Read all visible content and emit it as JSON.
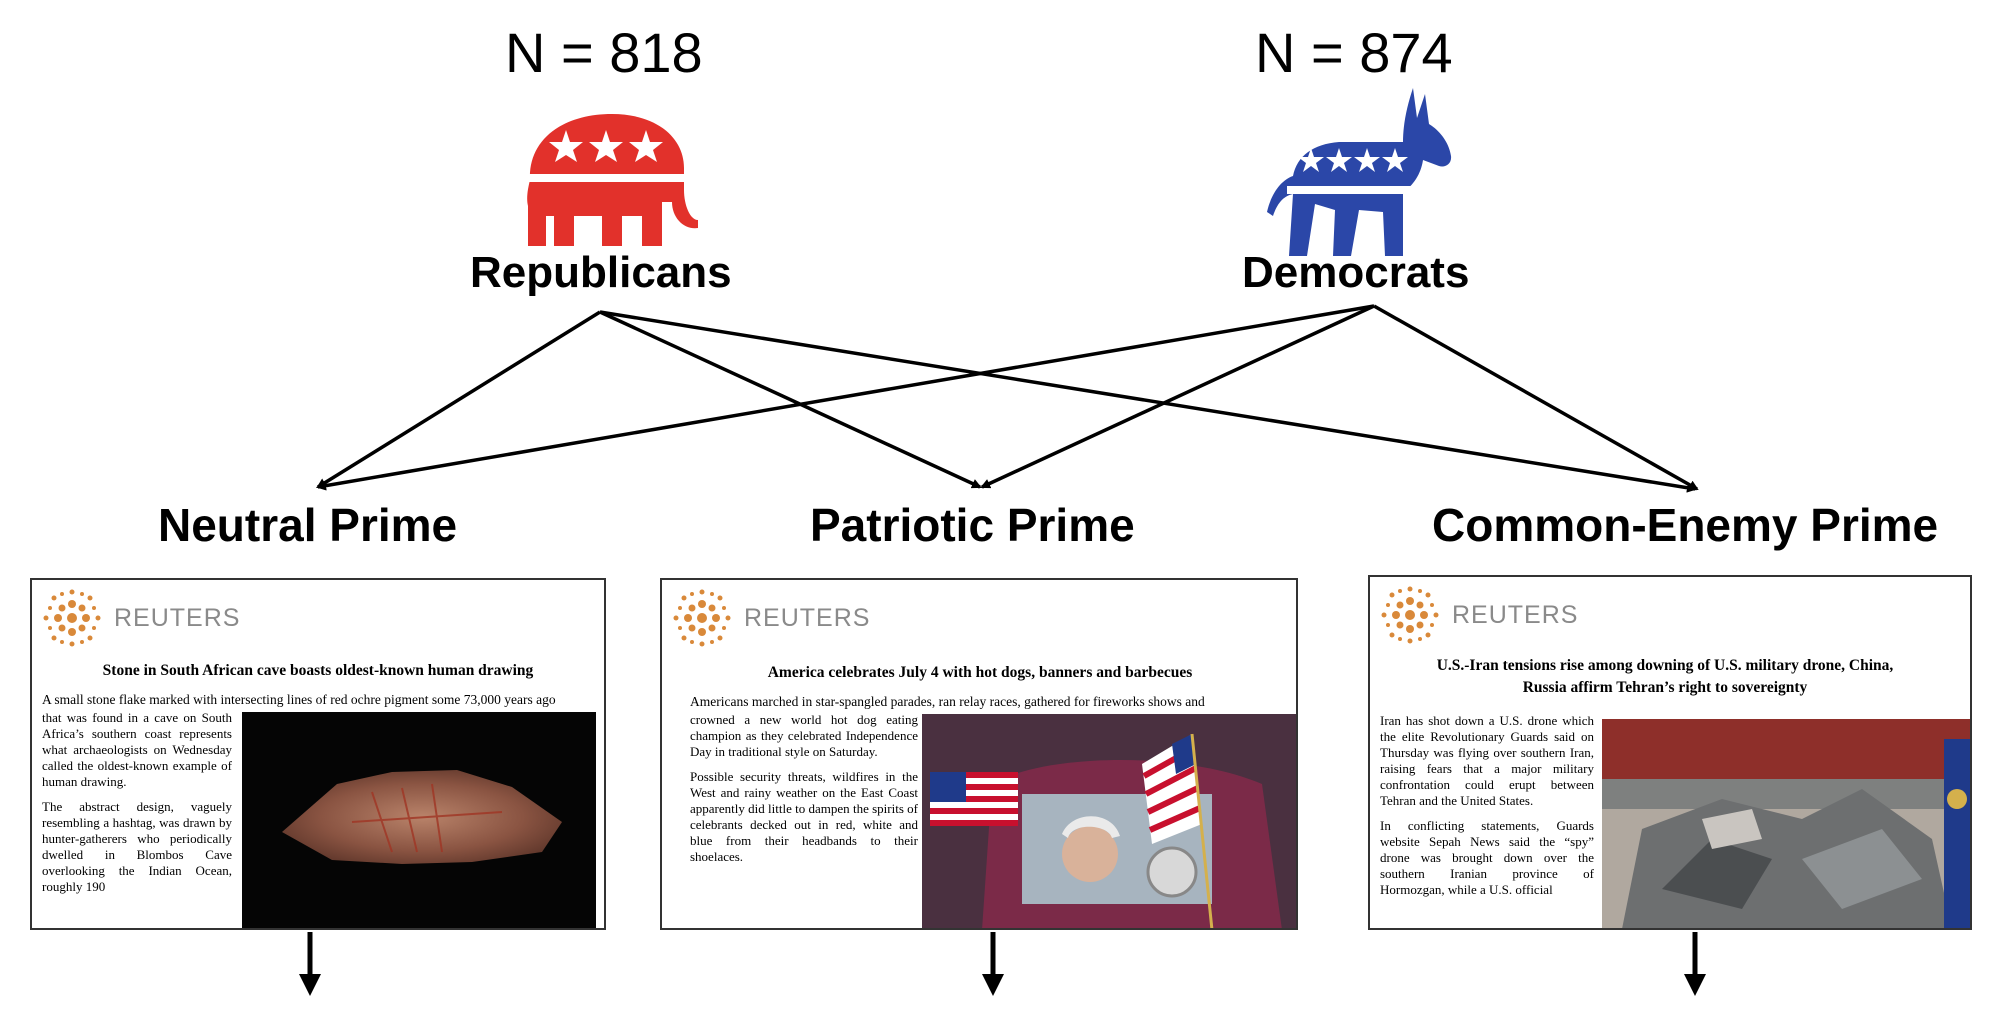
{
  "groups": {
    "republicans": {
      "n": "N = 818",
      "label": "Republicans",
      "color": "#e2312b"
    },
    "democrats": {
      "n": "N = 874",
      "label": "Democrats",
      "color": "#2b47a8"
    }
  },
  "primes": {
    "neutral": {
      "label": "Neutral Prime",
      "source": "REUTERS",
      "headline": "Stone in South African cave boasts oldest-known human drawing",
      "lead": "A small stone flake marked with intersecting lines of red ochre pigment some 73,000 years ago",
      "p1": "that was found in a cave on South Africa’s southern coast represents what archaeologists on Wednesday called the oldest-known example of human drawing.",
      "p2": "The abstract design, vaguely resembling a hashtag, was drawn by hunter-gatherers who periodically dwelled in Blombos Cave overlooking the Indian Ocean, roughly 190"
    },
    "patriotic": {
      "label": "Patriotic Prime",
      "source": "REUTERS",
      "headline": "America celebrates July 4 with hot dogs, banners and barbecues",
      "lead": "Americans marched in star-spangled parades, ran relay races, gathered for fireworks shows and",
      "p1": "crowned a new world hot dog eating champion as they celebrated Independence Day in traditional style on Saturday.",
      "p2": "Possible security threats, wildfires in the West and rainy weather on the East Coast apparently did little to dampen the spirits of celebrants decked out in red, white and blue from their headbands to their shoelaces."
    },
    "common_enemy": {
      "label": "Common-Enemy Prime",
      "source": "REUTERS",
      "headline": "U.S.-Iran tensions rise among downing of U.S. military drone, China, Russia affirm Tehran’s right to sovereignty",
      "p1": "Iran has shot down a U.S. drone which the elite Revolutionary Guards said on Thursday was flying over southern Iran, raising fears that a major military confrontation could erupt between Tehran and the United States.",
      "p2": "In conflicting statements, Guards website Sepah News said the “spy” drone was brought down over the southern Iranian province of Hormozgan, while a U.S. official"
    }
  },
  "icons": {
    "elephant": "republican-elephant-icon",
    "donkey": "democrat-donkey-icon",
    "logo": "reuters-logo-icon"
  }
}
